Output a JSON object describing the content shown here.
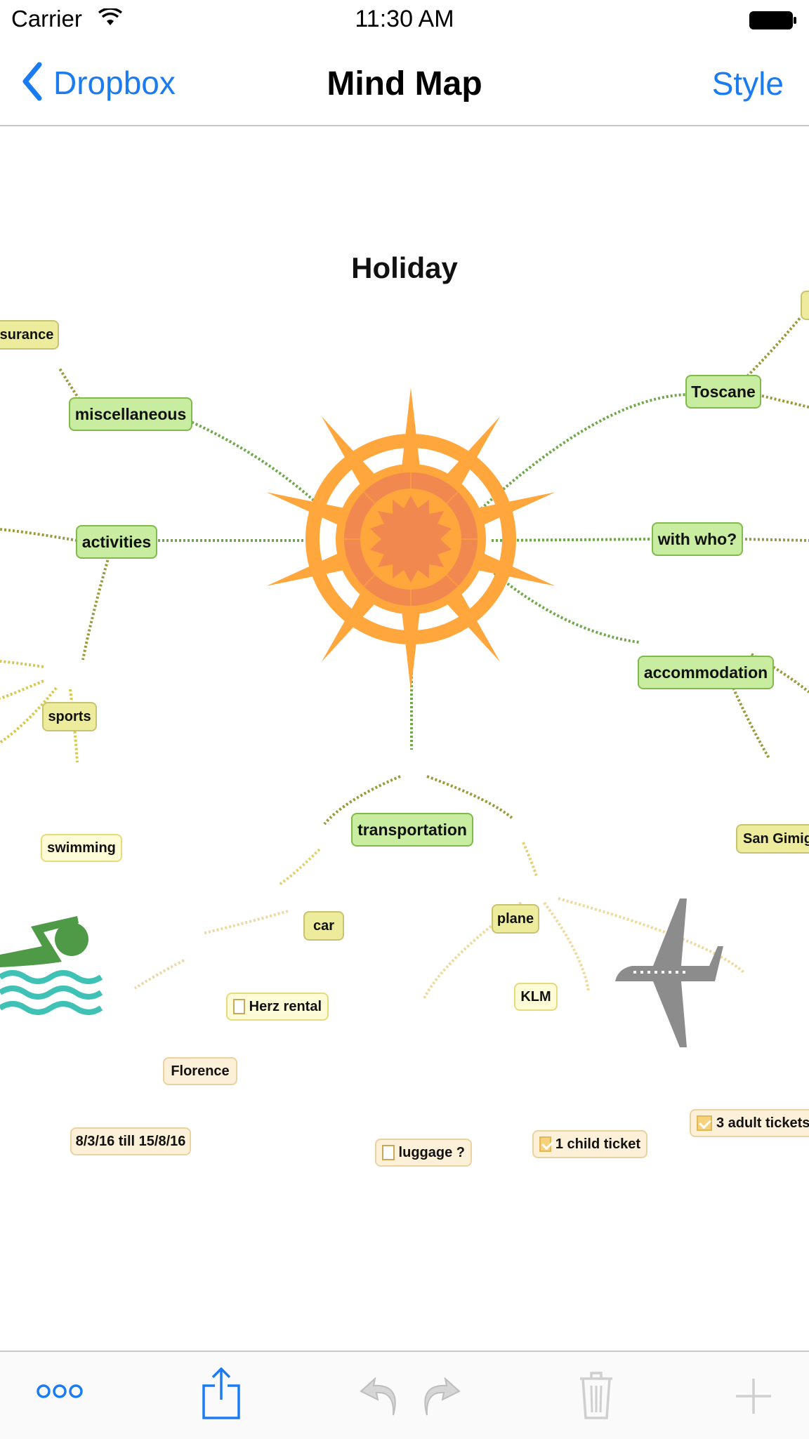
{
  "status_bar": {
    "carrier": "Carrier",
    "time": "11:30 AM"
  },
  "nav": {
    "back_label": "Dropbox",
    "title": "Mind Map",
    "style_label": "Style"
  },
  "map": {
    "central_title": "Holiday",
    "nodes": {
      "insurance": "surance",
      "miscellaneous": "miscellaneous",
      "activities": "activities",
      "sports": "sports",
      "swimming": "swimming",
      "toscane": "Toscane",
      "with_who": "with who?",
      "accommodation": "accommodation",
      "san_gimignano": "San Gimig",
      "transportation": "transportation",
      "car": "car",
      "plane": "plane",
      "herz_rental": "Herz rental",
      "florence": "Florence",
      "dates": "8/3/16 till 15/8/16",
      "klm": "KLM",
      "luggage": "luggage ?",
      "child_ticket": "1 child ticket",
      "adult_tickets": "3 adult tickets"
    },
    "checkboxes": {
      "herz_rental": false,
      "luggage": false,
      "child_ticket": true,
      "adult_tickets": true
    }
  },
  "toolbar": {
    "icons": [
      "more-icon",
      "share-icon",
      "undo-icon",
      "redo-icon",
      "trash-icon",
      "add-icon"
    ]
  },
  "colors": {
    "accent": "#1a7cf0",
    "sun_orange": "#ffa63d",
    "sun_center": "#f08850",
    "branch_green": "#c8eca0",
    "swimmer_green": "#4f9a46",
    "water_teal": "#3fc1b5",
    "plane_gray": "#8c8c8c"
  }
}
